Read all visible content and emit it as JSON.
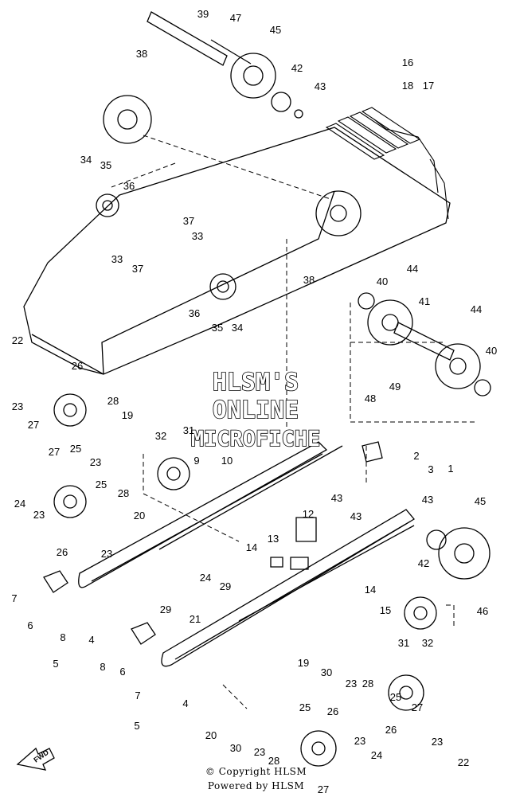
{
  "watermark": {
    "line1": "HLSM'S",
    "line2": "ONLINE",
    "line3": "MICROFICHE"
  },
  "footer": {
    "copyright": "© Copyright HLSM",
    "powered": "Powered by HLSM"
  },
  "direction_label": "FWD",
  "callouts": [
    "39",
    "47",
    "45",
    "38",
    "42",
    "43",
    "16",
    "18",
    "17",
    "34",
    "35",
    "36",
    "33",
    "37",
    "37",
    "33",
    "38",
    "36",
    "35",
    "34",
    "40",
    "44",
    "41",
    "44",
    "40",
    "22",
    "26",
    "23",
    "27",
    "28",
    "25",
    "19",
    "23",
    "48",
    "49",
    "32",
    "31",
    "9",
    "10",
    "2",
    "3",
    "1",
    "27",
    "24",
    "23",
    "25",
    "28",
    "26",
    "20",
    "23",
    "43",
    "43",
    "43",
    "45",
    "12",
    "13",
    "14",
    "42",
    "24",
    "7",
    "29",
    "29",
    "21",
    "46",
    "6",
    "8",
    "4",
    "5",
    "14",
    "15",
    "31",
    "32",
    "8",
    "6",
    "19",
    "30",
    "7",
    "23",
    "28",
    "25",
    "4",
    "5",
    "26",
    "27",
    "23",
    "22",
    "20",
    "30",
    "23",
    "28",
    "25",
    "26",
    "27",
    "23",
    "24"
  ]
}
